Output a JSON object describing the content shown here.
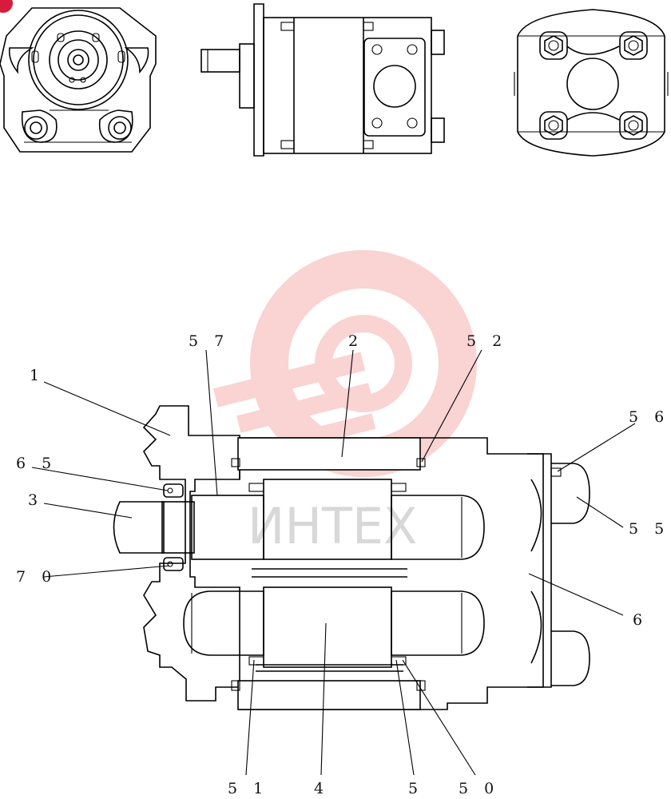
{
  "watermark": {
    "text": "ИНТЕХ",
    "color": "#f07a7a"
  },
  "callouts": {
    "c57": "5 7",
    "c2": "2",
    "c52": "5 2",
    "c1": "1",
    "c56": "5 6",
    "c65": "6 5",
    "c3": "3",
    "c55": "5 5",
    "c70": "7 0",
    "c6": "6",
    "c51": "5 1",
    "c4": "4",
    "c5": "5",
    "c50": "5 0"
  },
  "corner_badge_color": "#d81b3a"
}
